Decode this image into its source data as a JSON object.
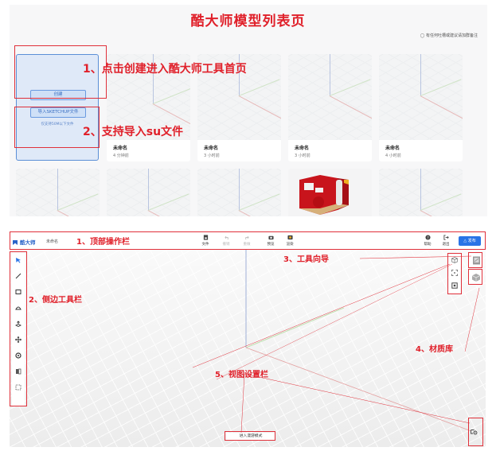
{
  "list_page": {
    "heading": "酷大师模型列表页",
    "feedback": "有任何吐槽或建议请加群备注",
    "create_card": {
      "create_label": "创建",
      "import_label": "导入SKETCHUP文件",
      "import_hint": "仅支持50M以下文件"
    },
    "models_row1": [
      {
        "name": "未命名",
        "time": "4 分钟前"
      },
      {
        "name": "未命名",
        "time": "3 小时前"
      },
      {
        "name": "未命名",
        "time": "3 小时前"
      },
      {
        "name": "未命名",
        "time": "4 小时前"
      }
    ],
    "models_row2_count": 5
  },
  "annotations": {
    "a1": "1、点击创建进入酷大师工具首页",
    "a2": "2、支持导入su文件",
    "b1": "1、顶部操作栏",
    "b2": "2、侧边工具栏",
    "b3": "3、工具向导",
    "b4": "4、材质库",
    "b5": "5、视图设置栏",
    "color": "#e0202a"
  },
  "editor": {
    "logo": "酷大师",
    "doc_name": "未命名",
    "toolbar": {
      "file": "文件",
      "undo": "撤销",
      "redo": "重做",
      "preview": "预览",
      "render": "渲染",
      "help": "帮助",
      "exit": "退出",
      "publish": "发布"
    },
    "side_tools": [
      "select-icon",
      "line-icon",
      "rectangle-icon",
      "arc-icon",
      "push-pull-icon",
      "move-icon",
      "rotate-icon",
      "offset-icon",
      "array-icon"
    ],
    "view_nav": [
      "view-cube-icon",
      "zoom-fit-icon",
      "frame-icon"
    ],
    "right_panels": [
      "material-library-icon",
      "components-icon"
    ],
    "roam_label": "进入漫游模式",
    "accent": "#2a74e6"
  }
}
